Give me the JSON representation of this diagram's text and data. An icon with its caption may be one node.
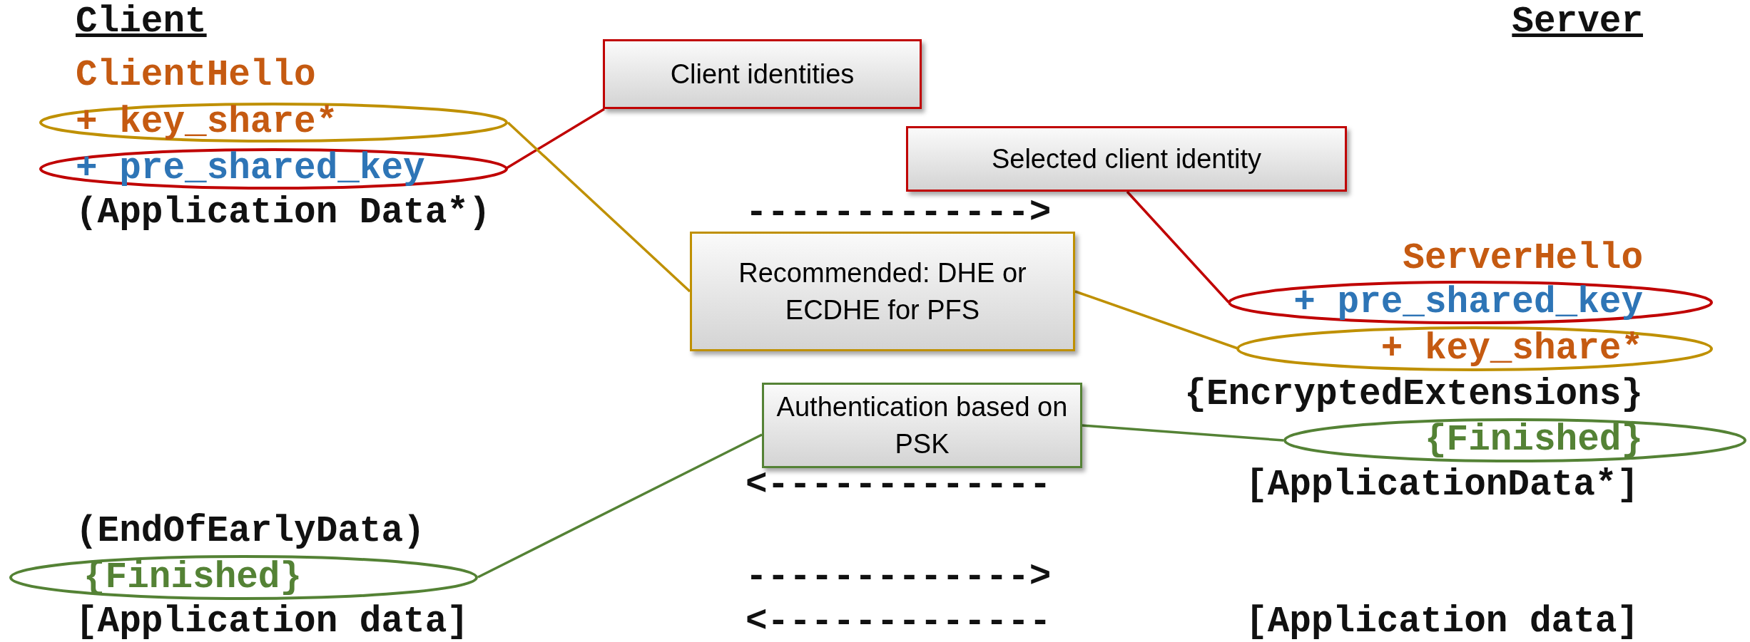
{
  "diagram": {
    "nodes": [
      {
        "text": [
          "Client identities"
        ]
      },
      {
        "text": [
          "+ key_share*"
        ]
      },
      {
        "text": [
          "Selected client identity"
        ]
      },
      {
        "text": [
          "+ pre_shared_key"
        ]
      },
      {
        "text": [
          "Recommended: DHE or ECDHE for PFS"
        ]
      },
      {
        "text": [
          "+ pre_shared_key"
        ]
      },
      {
        "text": [
          "+ key_share*"
        ]
      },
      {
        "text": [
          "Authentication based on PSK"
        ]
      },
      {
        "text": [
          "{Finished}"
        ]
      },
      {
        "text": [
          "{Finished}"
        ]
      }
    ],
    "edges": [
      {
        "from": 0,
        "to": 3,
        "arrow": "none",
        "color": "#c00000"
      },
      {
        "from": 2,
        "to": 5,
        "arrow": "none",
        "color": "#c00000"
      },
      {
        "from": 4,
        "to": 1,
        "arrow": "none",
        "color": "#bf9000"
      },
      {
        "from": 4,
        "to": 6,
        "arrow": "none",
        "color": "#bf9000"
      },
      {
        "from": 7,
        "to": 9,
        "arrow": "none",
        "color": "#548235"
      },
      {
        "from": 7,
        "to": 8,
        "arrow": "none",
        "color": "#548235"
      }
    ],
    "labels": [
      "Client",
      "Server",
      "ClientHello",
      "(Application Data*)",
      "------------->",
      "ServerHello",
      "{EncryptedExtensions}",
      "<-------------",
      "[ApplicationData*]",
      "(EndOfEarlyData)",
      "------------->",
      "[Application data]",
      "<-------------",
      "[Application data]"
    ]
  }
}
